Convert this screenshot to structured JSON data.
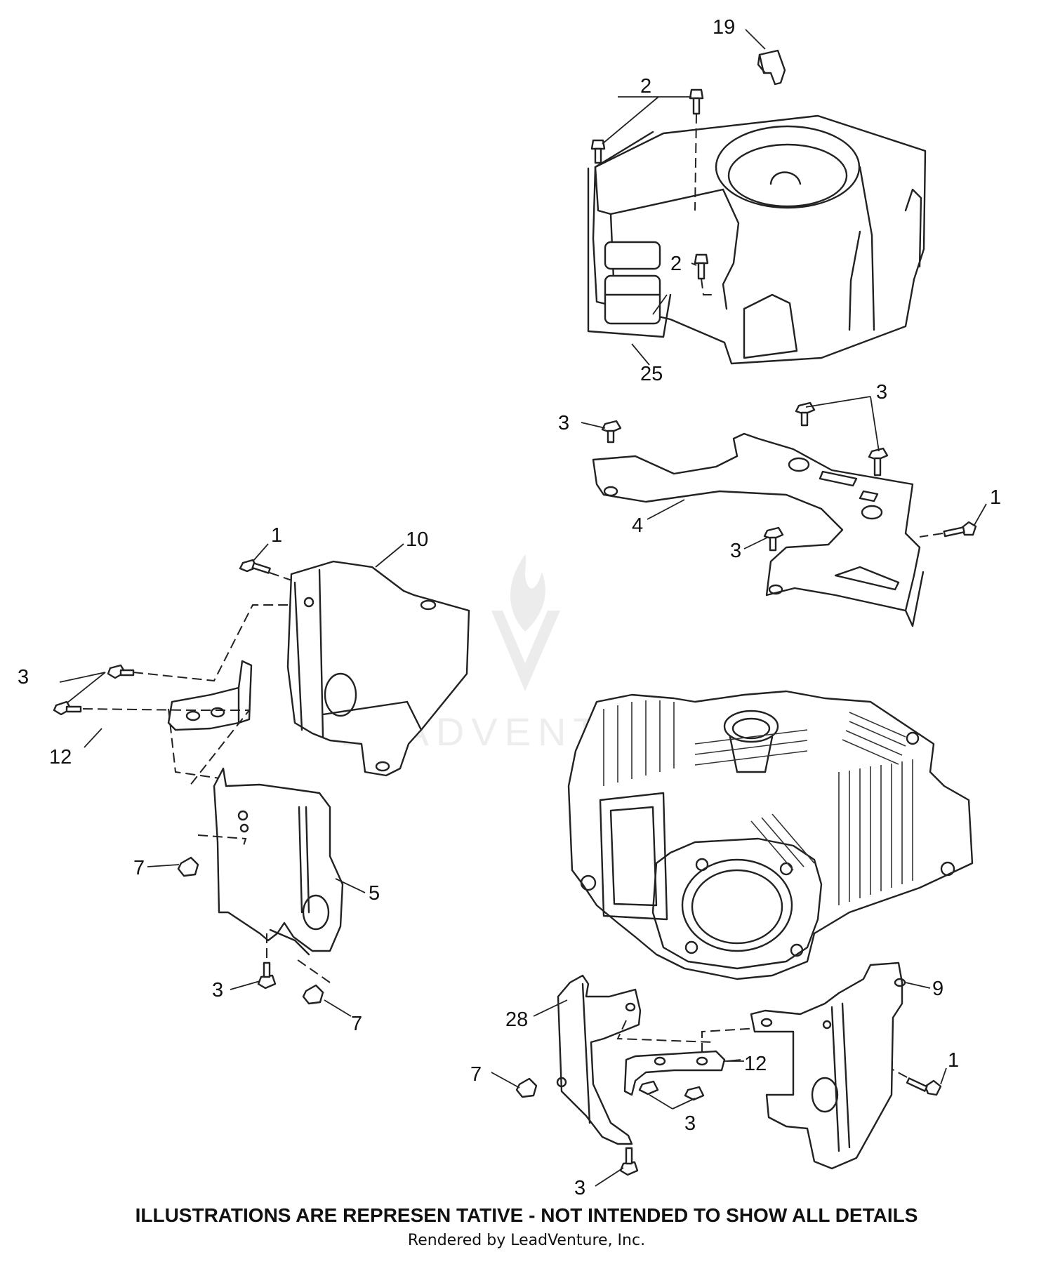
{
  "callouts": {
    "c19": "19",
    "c2a": "2",
    "c2b": "2",
    "c25": "25",
    "c3a": "3",
    "c3b": "3",
    "c4": "4",
    "c1a": "1",
    "c3c": "3",
    "c1b": "1",
    "c10": "10",
    "c3d": "3",
    "c12a": "12",
    "c7a": "7",
    "c5": "5",
    "c3e": "3",
    "c7b": "7",
    "c28": "28",
    "c9": "9",
    "c7c": "7",
    "c12b": "12",
    "c1c": "1",
    "c3f": "3",
    "c3g": "3"
  },
  "watermark": {
    "text": "LEADVENTURE",
    "color": "#bbbbbb"
  },
  "footer": {
    "disclaimer": "ILLUSTRATIONS ARE REPRESEN TATIVE - NOT INTENDED TO SHOW ALL DETAILS",
    "rendered_by": "Rendered by LeadVenture, Inc."
  }
}
